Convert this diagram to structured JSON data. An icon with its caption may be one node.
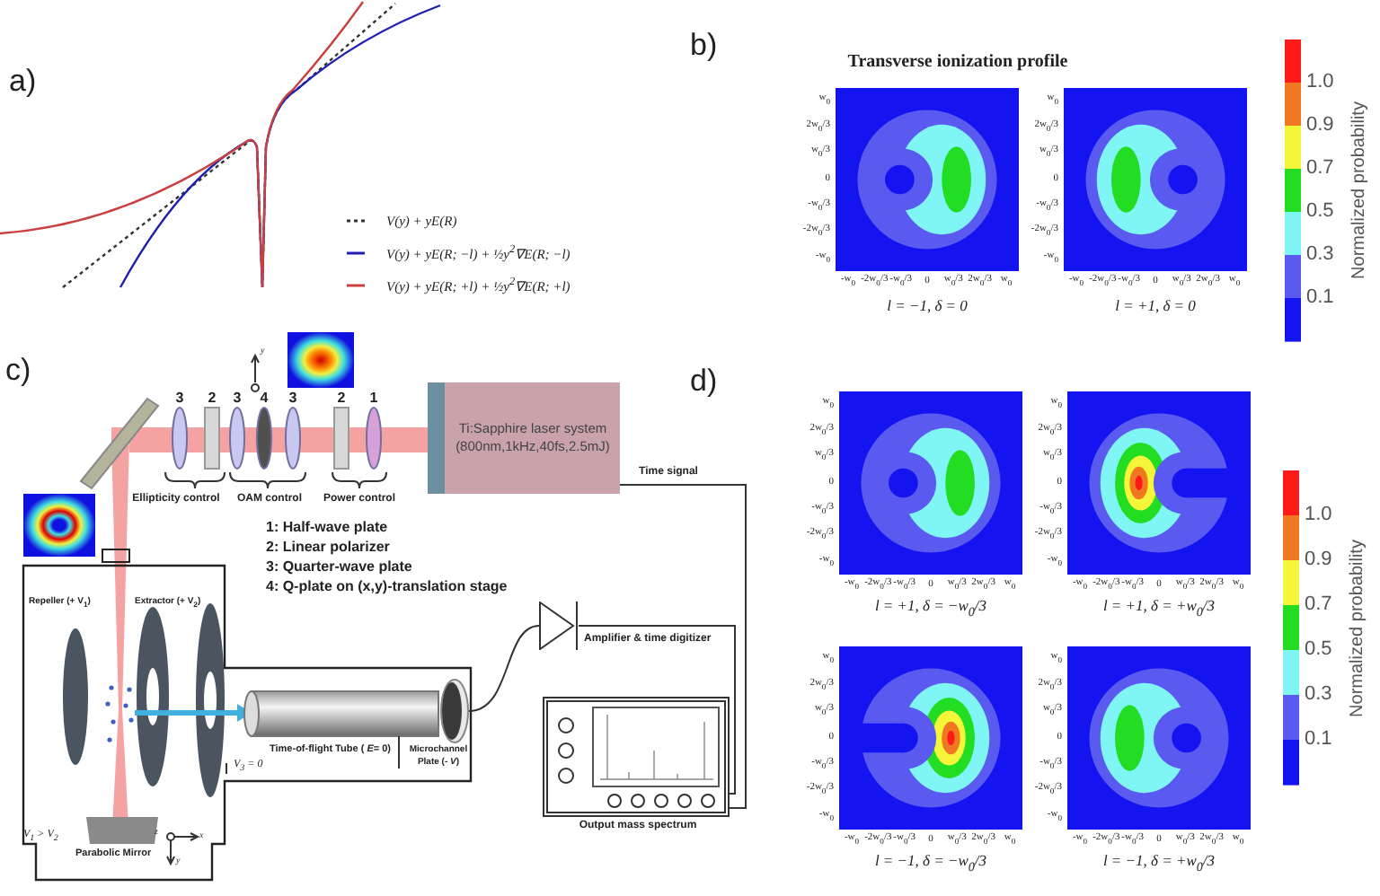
{
  "diagram": {
    "nodes": [
      {
        "text": [
          "Ti:Sapphire laser system (800nm,1kHz,40fs,2.5mJ)"
        ]
      },
      {
        "text": [],
        "shape": "triangle",
        "beside": [
          "Amplifier & time digitizer"
        ]
      },
      {
        "text": [],
        "shape": "box",
        "beside": [
          "Output mass spectrum"
        ]
      },
      {
        "text": [],
        "shape": "circle",
        "beside": [
          "Microchannel Plate (- *V*)"
        ]
      }
    ],
    "edges": [
      {
        "from": 0,
        "to": 2,
        "arrow": "none",
        "label": "Time signal"
      },
      {
        "from": 3,
        "to": 1,
        "arrow": "none"
      },
      {
        "from": 1,
        "to": 2,
        "arrow": "none"
      }
    ],
    "labels": [
      "a)",
      "b)",
      "Transverse ionization profile",
      "w$_{0}$",
      "2w$_{0}$/3",
      "w$_{0}$/3",
      "0",
      "-w$_{0}$/3",
      "-2w$_{0}$/3",
      "-w$_{0}$",
      "-w$_{0}$",
      "-2w$_{0}$/3",
      "-w$_{0}$/3",
      "0",
      "w$_{0}$/3",
      "2w$_{0}$/3",
      "w$_{0}$",
      "l = −1, δ = 0",
      "w$_{0}$",
      "2w$_{0}$/3",
      "w$_{0}$/3",
      "0",
      "-w$_{0}$/3",
      "-2w$_{0}$/3",
      "-w$_{0}$",
      "-w$_{0}$",
      "-2w$_{0}$/3",
      "-w$_{0}$/3",
      "0",
      "w$_{0}$/3",
      "2w$_{0}$/3",
      "w$_{0}$",
      "l = +1, δ = 0",
      "1.0",
      "0.9",
      "0.7",
      "0.5",
      "0.3",
      "0.1",
      "Normalized probability",
      "c)",
      "3",
      "2",
      "3",
      "4",
      "3",
      "2",
      "1",
      "Ellipticity control",
      "OAM control",
      "Power control",
      "y",
      "1: Half-wave plate",
      "2: Linear polarizer",
      "3: Quarter-wave plate",
      "4: Q-plate on (x,y)-translation stage",
      "Repeller (+ V$_{1}$)",
      "Extractor (+ V$_{2}$)",
      "Time-of-flight Tube ( *E*= 0)",
      "V$_{3}$ = 0",
      "V$_{1}$ > V$_{2}$",
      "Parabolic Mirror",
      "z",
      "x",
      "y",
      "d)",
      "w$_{0}$",
      "2w$_{0}$/3",
      "w$_{0}$/3",
      "0",
      "-w$_{0}$/3",
      "-2w$_{0}$/3",
      "-w$_{0}$",
      "-w$_{0}$",
      "-2w$_{0}$/3",
      "-w$_{0}$/3",
      "0",
      "w$_{0}$/3",
      "2w$_{0}$/3",
      "w$_{0}$",
      "l = +1, δ = −w$_{0}$/3",
      "w$_{0}$",
      "2w$_{0}$/3",
      "w$_{0}$/3",
      "0",
      "-w$_{0}$/3",
      "-2w$_{0}$/3",
      "-w$_{0}$",
      "-w$_{0}$",
      "-2w$_{0}$/3",
      "-w$_{0}$/3",
      "0",
      "w$_{0}$/3",
      "2w$_{0}$/3",
      "w$_{0}$",
      "l = +1, δ = +w$_{0}$/3",
      "w$_{0}$",
      "2w$_{0}$/3",
      "w$_{0}$/3",
      "0",
      "-w$_{0}$/3",
      "-2w$_{0}$/3",
      "-w$_{0}$",
      "-w$_{0}$",
      "-2w$_{0}$/3",
      "-w$_{0}$/3",
      "0",
      "w$_{0}$/3",
      "2w$_{0}$/3",
      "w$_{0}$",
      "l = −1, δ = −w$_{0}$/3",
      "w$_{0}$",
      "2w$_{0}$/3",
      "w$_{0}$/3",
      "0",
      "-w$_{0}$/3",
      "-2w$_{0}$/3",
      "-w$_{0}$",
      "-w$_{0}$",
      "-2w$_{0}$/3",
      "-w$_{0}$/3",
      "0",
      "w$_{0}$/3",
      "2w$_{0}$/3",
      "w$_{0}$",
      "l = −1, δ = +w$_{0}$/3",
      "1.0",
      "0.9",
      "0.7",
      "0.5",
      "0.3",
      "0.1",
      "Normalized probability"
    ],
    "legend": [
      {
        "text": "V(y) + yE(R)"
      },
      {
        "text": "V(y) + yE(R; −l) + ½y$^{2}$∇E(R; −l)"
      },
      {
        "text": "V(y) + yE(R; +l) + ½y$^{2}$∇E(R; +l)"
      }
    ]
  }
}
